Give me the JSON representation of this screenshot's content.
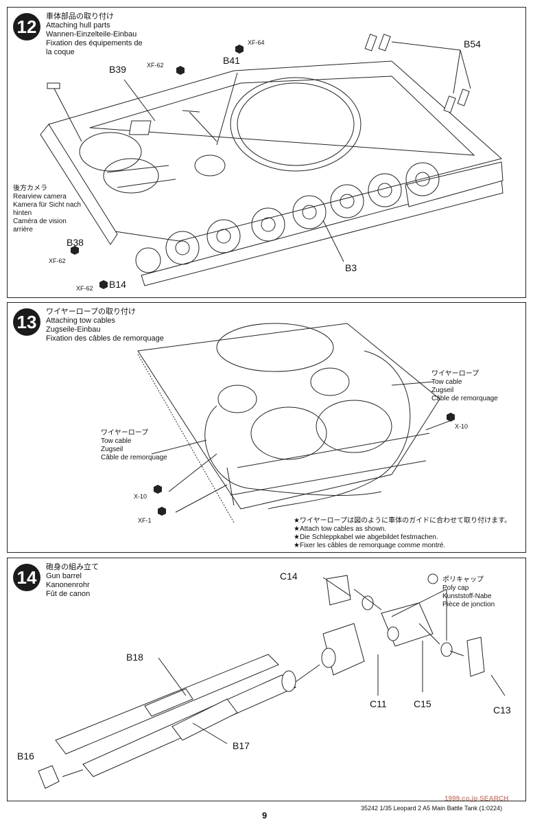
{
  "steps": [
    {
      "number": "12",
      "title_ja": "車体部品の取り付け",
      "title_en": "Attaching hull parts",
      "title_de": "Wannen-Einzelteile-Einbau",
      "title_fr": "Fixation des équipements de",
      "title_fr2": "la coque",
      "parts": [
        "B39",
        "B41",
        "B54",
        "B38",
        "B14",
        "B3"
      ],
      "paints": [
        "XF-62",
        "XF-64",
        "XF-62",
        "XF-62"
      ],
      "camera_label": [
        "後方カメラ",
        "Rearview camera",
        "Kamera für Sicht nach",
        "hinten",
        "Caméra de vision",
        "arrière"
      ]
    },
    {
      "number": "13",
      "title_ja": "ワイヤーロープの取り付け",
      "title_en": "Attaching tow cables",
      "title_de": "Zugseile-Einbau",
      "title_fr": "Fixation des câbles de remorquage",
      "cable_right": [
        "ワイヤーロープ",
        "Tow cable",
        "Zugseil",
        "Câble de remorquage"
      ],
      "cable_left": [
        "ワイヤーロープ",
        "Tow cable",
        "Zugseil",
        "Câble de remorquage"
      ],
      "paints": [
        "X-10",
        "X-10",
        "XF-1"
      ],
      "notes": [
        "★ワイヤーロープは図のように車体のガイドに合わせて取り付けます。",
        "★Attach tow cables as shown.",
        "★Die Schleppkabel wie abgebildet festmachen.",
        "★Fixer les câbles de remorquage comme montré."
      ]
    },
    {
      "number": "14",
      "title_ja": "砲身の組み立て",
      "title_en": "Gun barrel",
      "title_de": "Kanonenrohr",
      "title_fr": "Fût de canon",
      "parts": [
        "C14",
        "B18",
        "C11",
        "C15",
        "C13",
        "B17",
        "B16"
      ],
      "polycap": [
        "ポリキャップ",
        "Poly cap",
        "Kunststoff-Nabe",
        "Pièce de jonction"
      ]
    }
  ],
  "footer": {
    "page": "9",
    "code": "35242  1/35 Leopard 2 A5 Main Battle Tank (1:0224)",
    "watermark": "1999.co.jp SEARCH"
  }
}
